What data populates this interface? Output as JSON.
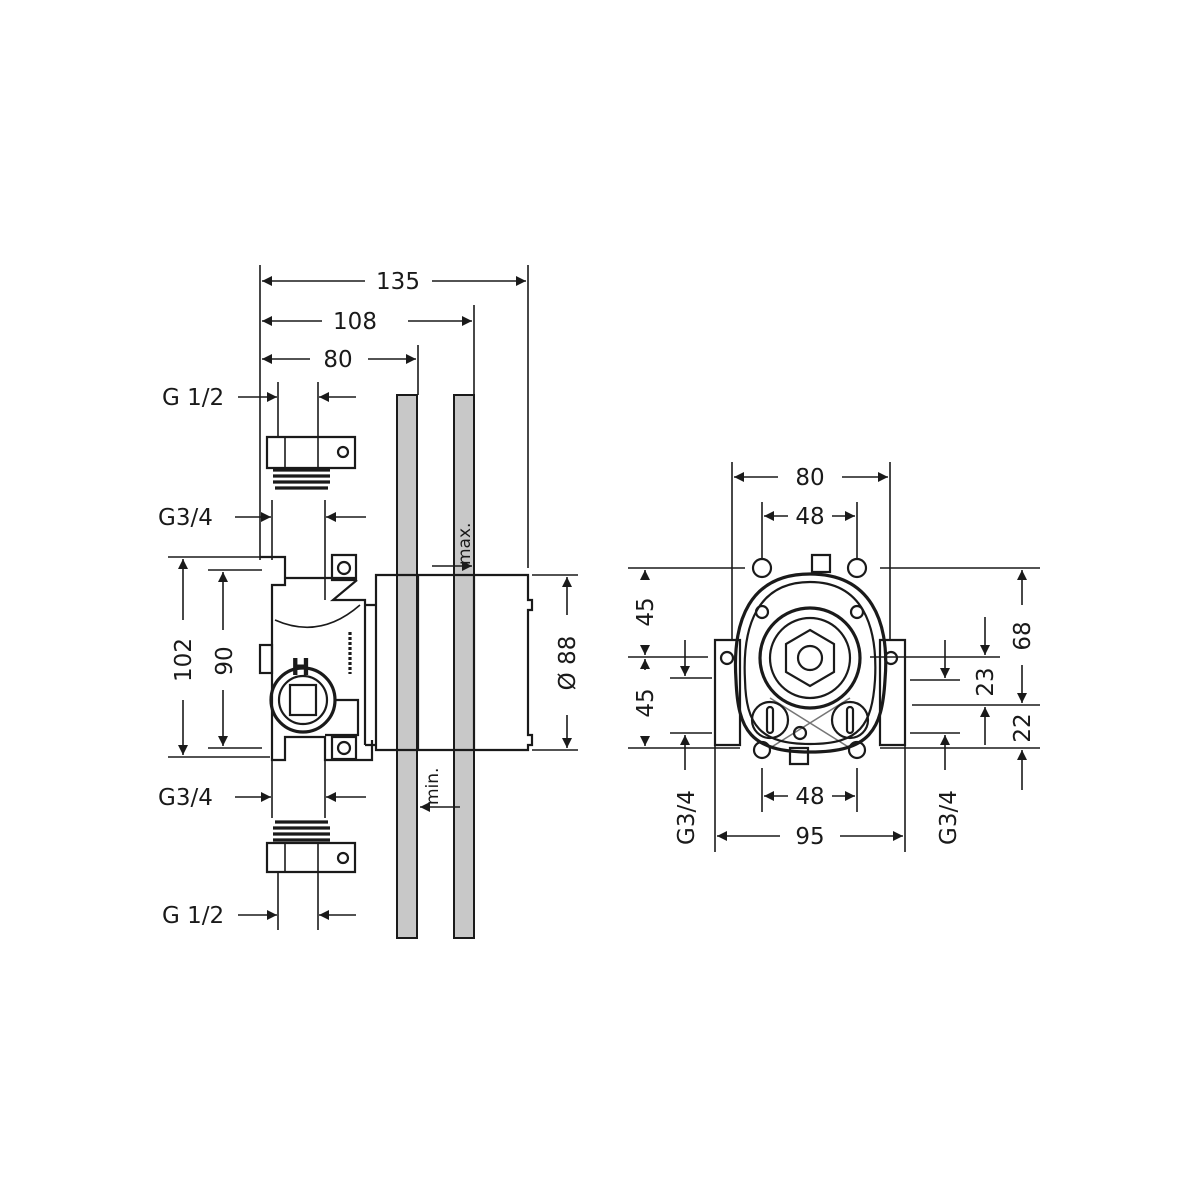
{
  "side_view": {
    "dims": {
      "overall": "135",
      "to_max": "108",
      "to_min": "80",
      "height_outer": "102",
      "height_inner": "90",
      "diameter": "Ø 88"
    },
    "threads": {
      "top_inlet": "G 1/2",
      "top_body": "G3/4",
      "bottom_body": "G3/4",
      "bottom_inlet": "G 1/2"
    },
    "wall_labels": {
      "max": "max.",
      "min": "min."
    },
    "body_mark": "H"
  },
  "front_view": {
    "dims": {
      "width_outer": "80",
      "width_holes_top": "48",
      "width_holes_bottom": "48",
      "width_body": "95",
      "upper_half": "45",
      "lower_half": "45",
      "right_upper": "23",
      "right_total": "68",
      "right_lower": "22"
    },
    "threads": {
      "left": "G3/4",
      "right": "G3/4"
    }
  },
  "colors": {
    "line": "#1a1a1a",
    "wall": "#c8c8c8"
  }
}
